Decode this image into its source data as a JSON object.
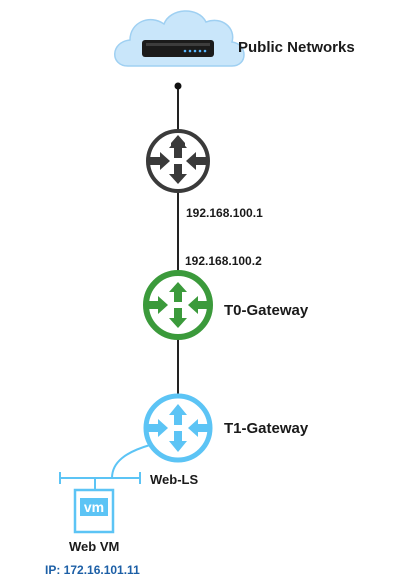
{
  "cloud": {
    "label": "Public Networks",
    "icon": "cloud-icon"
  },
  "router": {
    "icon": "router-icon",
    "interface_ip": "192.168.100.1"
  },
  "t0": {
    "label": "T0-Gateway",
    "interface_ip": "192.168.100.2",
    "icon": "router-icon",
    "color": "#3b9a3b"
  },
  "t1": {
    "label": "T1-Gateway",
    "icon": "router-icon",
    "color": "#5cc4f5"
  },
  "segment": {
    "label": "Web-LS",
    "color": "#5cc4f5"
  },
  "vm": {
    "icon_text": "vm",
    "label": "Web VM",
    "ip": "IP: 172.16.101.11",
    "color": "#5cc4f5",
    "ip_color": "#1c5fa6"
  },
  "colors": {
    "router_stroke": "#3a3a3a",
    "link": "#222222"
  }
}
